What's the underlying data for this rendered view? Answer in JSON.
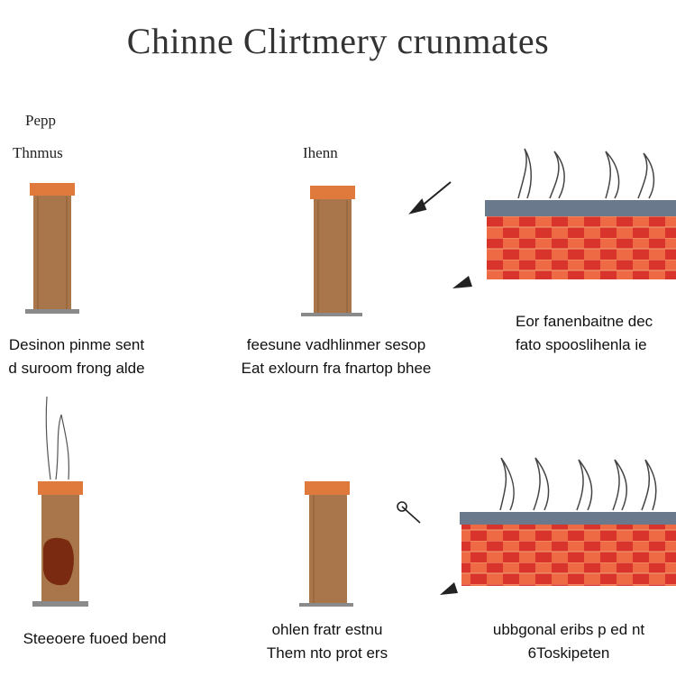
{
  "title": "Chinne Clirtmery crunmates",
  "top_left_labels": {
    "line1": "Pepp",
    "line2": "Thnmus"
  },
  "top_center_label": "Ihenn",
  "captions": {
    "top_left": [
      "Desinon pinme sent",
      "d suroom frong alde"
    ],
    "top_center": [
      "feesune vadhlinmer sesop",
      "Eat exlourn fra fnartop bhee"
    ],
    "top_right": [
      "Eor fanenbaitne dec",
      "fato spooslihenla ie"
    ],
    "bottom_left": [
      "Steeoere fuoed bend"
    ],
    "bottom_center": [
      "ohlen fratr estnu",
      "Them nto prot ers"
    ],
    "bottom_right": [
      "ubbgonal eribs p ed nt",
      "6Toskipeten"
    ]
  },
  "colors": {
    "column_body": "#a8764a",
    "column_cap": "#e07a3c",
    "column_base": "#8a8a8a",
    "brick_red": "#d9342b",
    "brick_orange": "#ee6a44",
    "wall_top": "#6a7a8c",
    "soot": "#7a2a10"
  },
  "icons": [
    "arrow-icon",
    "flame-icon",
    "pointer-icon"
  ]
}
